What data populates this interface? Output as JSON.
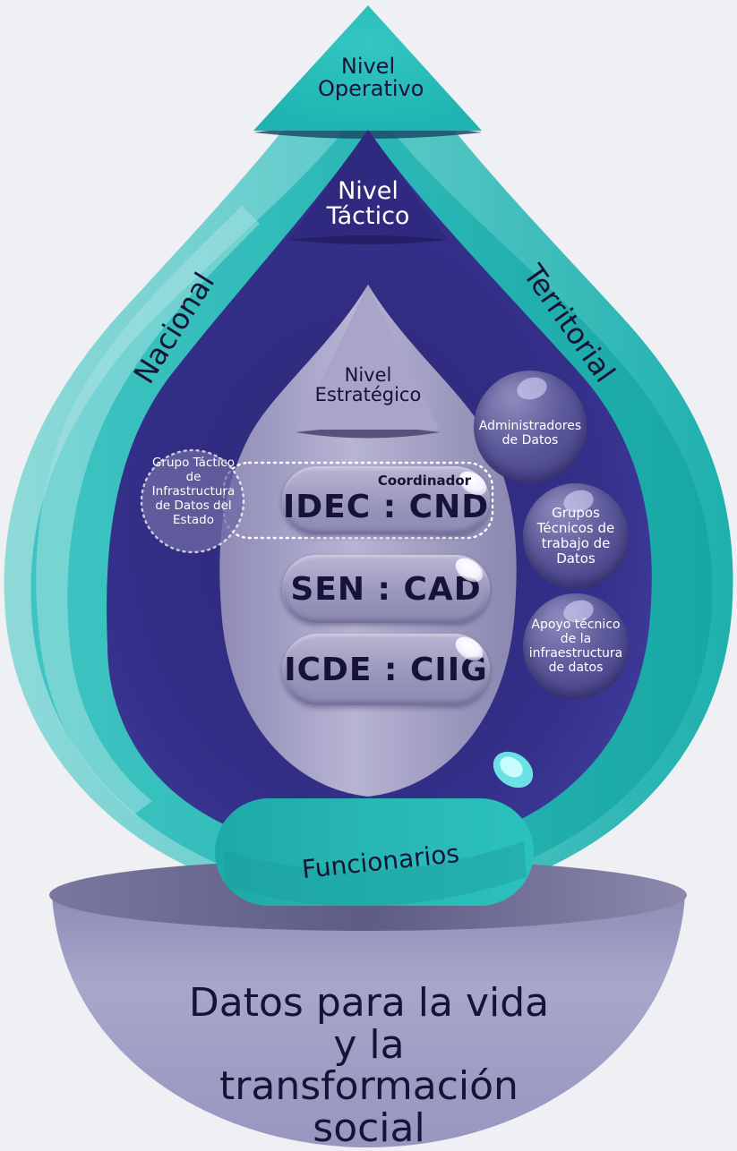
{
  "levels": {
    "operativo": "Nivel Operativo",
    "tactico": "Nivel Táctico",
    "estrategico": "Nivel Estratégico"
  },
  "side_labels": {
    "left": "Nacional",
    "right": "Territorial"
  },
  "strategic": {
    "coordinator_label": "Coordinador",
    "pills": [
      "IDEC : CND",
      "SEN : CAD",
      "ICDE : CIIG"
    ]
  },
  "tactic_group": "Grupo Táctico de Infrastructura de Datos del Estado",
  "bubbles": [
    "Administradores de Datos",
    "Grupos Técnicos de trabajo de Datos",
    "Apoyo técnico de la infraestructura de datos"
  ],
  "funcionarios": "Funcionarios",
  "bowl_text": "Datos para la vida y la transformación social",
  "colors": {
    "teal_outer": "#7fd3d4",
    "teal_main": "#23b8b5",
    "navy": "#3a3488",
    "lavender": "#a9a6cb",
    "background": "#eef0f3"
  }
}
